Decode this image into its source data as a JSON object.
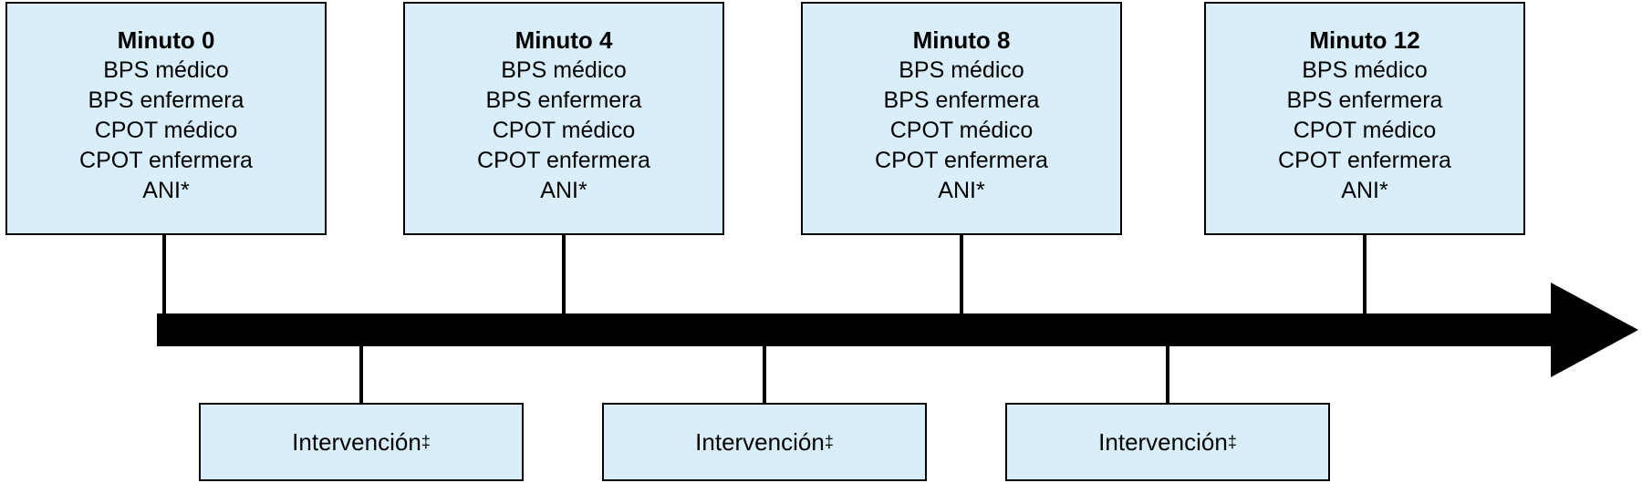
{
  "colors": {
    "box_fill": "#d9eef9",
    "box_border": "#000000",
    "arrow": "#000000"
  },
  "timepoints": [
    {
      "title": "Minuto 0",
      "items": [
        "BPS médico",
        "BPS enfermera",
        "CPOT médico",
        "CPOT enfermera",
        "ANI*"
      ]
    },
    {
      "title": "Minuto 4",
      "items": [
        "BPS médico",
        "BPS enfermera",
        "CPOT médico",
        "CPOT enfermera",
        "ANI*"
      ]
    },
    {
      "title": "Minuto 8",
      "items": [
        "BPS médico",
        "BPS enfermera",
        "CPOT médico",
        "CPOT enfermera",
        "ANI*"
      ]
    },
    {
      "title": "Minuto 12",
      "items": [
        "BPS médico",
        "BPS enfermera",
        "CPOT médico",
        "CPOT enfermera",
        "ANI*"
      ]
    }
  ],
  "interventions": [
    {
      "label": "Intervención",
      "marker": "‡"
    },
    {
      "label": "Intervención",
      "marker": "‡"
    },
    {
      "label": "Intervención",
      "marker": "‡"
    }
  ]
}
